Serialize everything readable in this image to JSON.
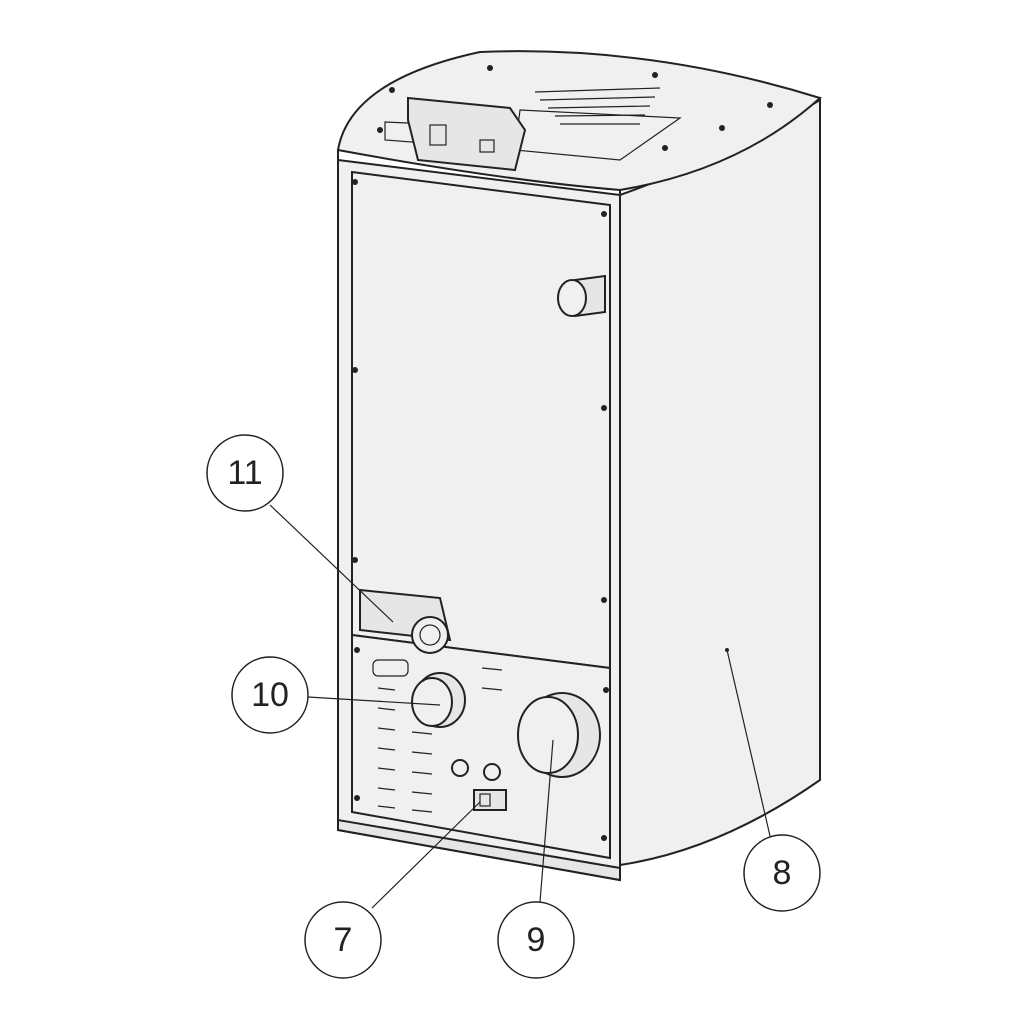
{
  "callouts": [
    {
      "id": "7",
      "label": "7"
    },
    {
      "id": "8",
      "label": "8"
    },
    {
      "id": "9",
      "label": "9"
    },
    {
      "id": "10",
      "label": "10"
    },
    {
      "id": "11",
      "label": "11"
    }
  ]
}
